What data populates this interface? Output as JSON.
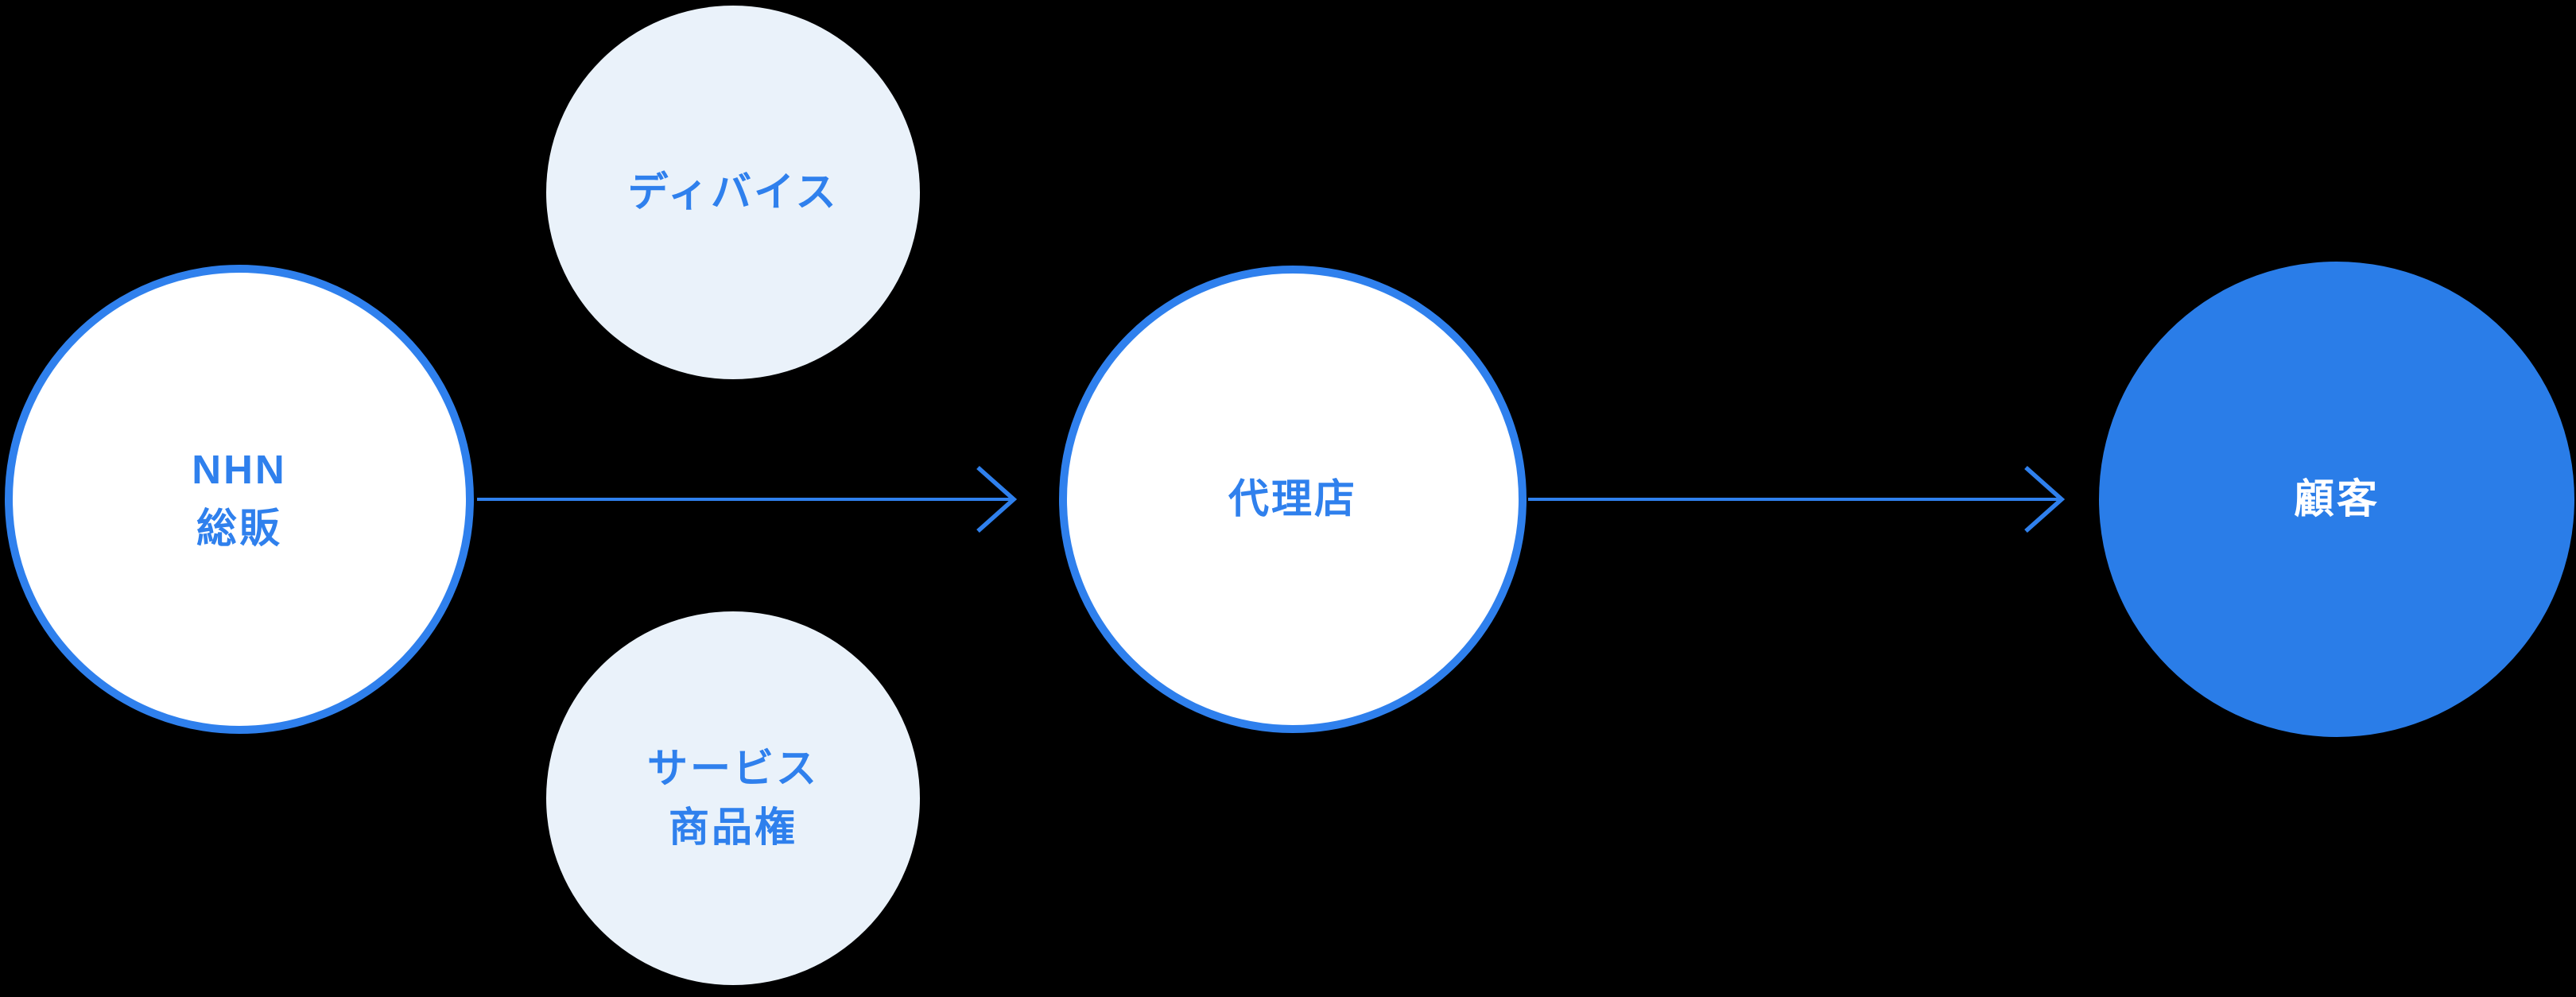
{
  "colors": {
    "background": "#000000",
    "accent": "#2f80ed",
    "outlined_fill": "#ffffff",
    "light_fill": "#eaf2fa",
    "solid_fill": "#2a7de8",
    "solid_text": "#ffffff"
  },
  "nodes": {
    "nhn": {
      "label": "NHN\n総販",
      "style": "outlined"
    },
    "device": {
      "label": "ディバイス",
      "style": "light"
    },
    "service": {
      "label": "サービス\n商品権",
      "style": "light"
    },
    "agency": {
      "label": "代理店",
      "style": "outlined"
    },
    "customer": {
      "label": "顧客",
      "style": "solid"
    }
  },
  "edges": [
    {
      "from": "nhn",
      "to": "agency"
    },
    {
      "from": "agency",
      "to": "customer"
    }
  ]
}
